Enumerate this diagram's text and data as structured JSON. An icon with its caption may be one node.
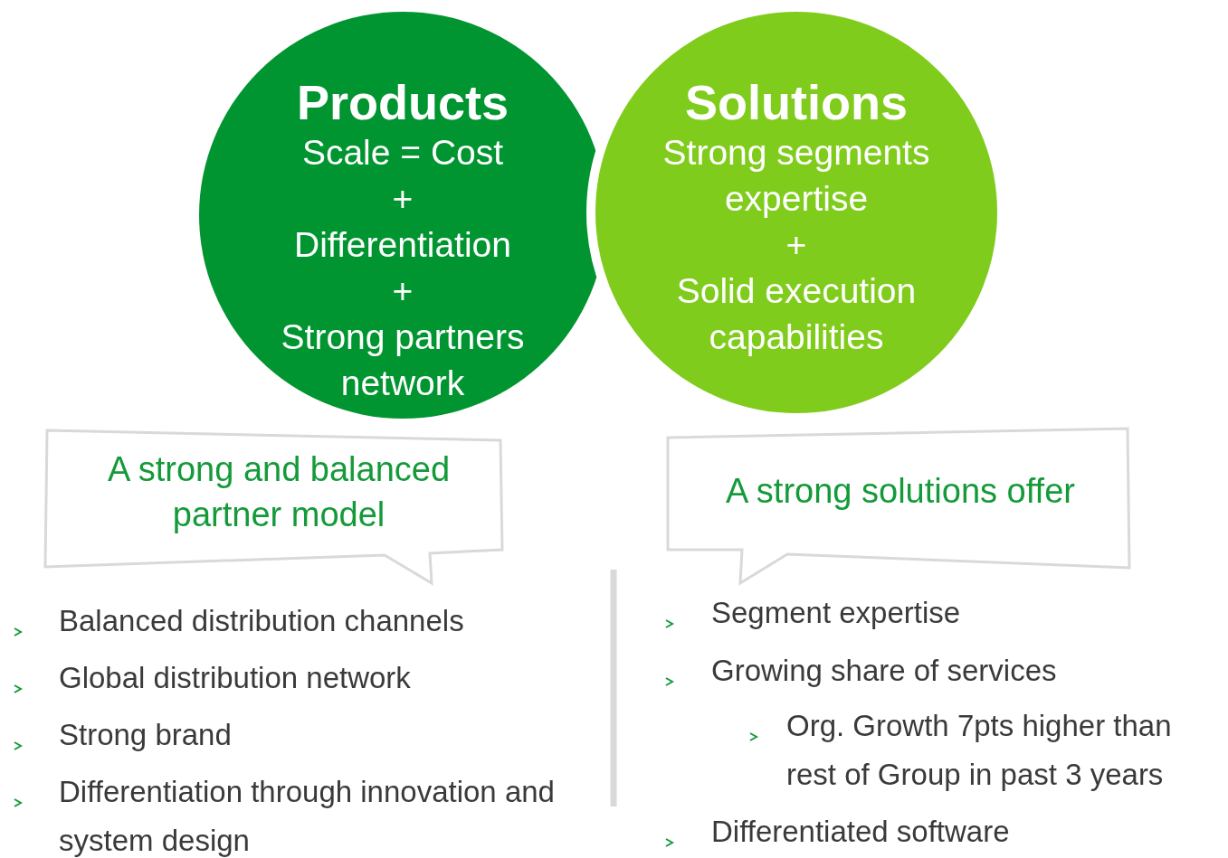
{
  "diagram": {
    "nodes": [
      {
        "text": [
          "Products",
          "Scale = Cost",
          "+",
          "Differentiation",
          "+",
          "Strong partners network"
        ]
      },
      {
        "text": [
          "Solutions",
          "Strong segments expertise",
          "+",
          "Solid execution capabilities"
        ]
      },
      {
        "text": [
          "A strong and balanced partner model"
        ]
      },
      {
        "text": [
          "A strong solutions offer"
        ]
      }
    ],
    "labels": [
      "Balanced distribution channels",
      "Global distribution network",
      "Strong brand",
      "Differentiation through innovation and system design",
      "Segment expertise",
      "Growing share of services",
      "Org. Growth 7pts higher than rest of Group in past 3 years",
      "Differentiated software"
    ]
  }
}
